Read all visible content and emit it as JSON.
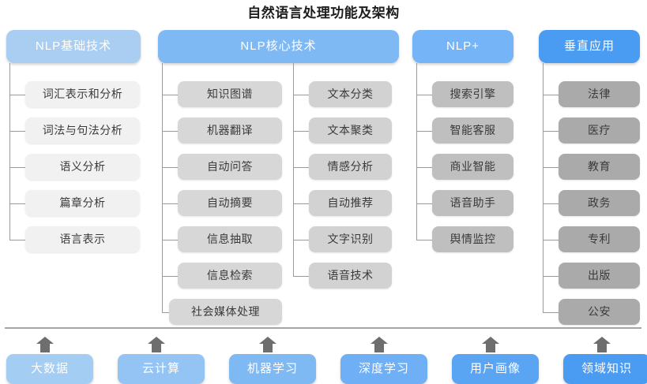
{
  "title": "自然语言处理功能及架构",
  "columns": [
    {
      "id": "nlp-basic",
      "header": "NLP基础技术",
      "items": [
        "词汇表示和分析",
        "词法与句法分析",
        "语义分析",
        "篇章分析",
        "语言表示"
      ]
    },
    {
      "id": "nlp-core-a",
      "header": "NLP核心技术",
      "items": [
        "知识图谱",
        "机器翻译",
        "自动问答",
        "自动摘要",
        "信息抽取",
        "信息检索",
        "社会媒体处理"
      ]
    },
    {
      "id": "nlp-core-b",
      "header": "",
      "items": [
        "文本分类",
        "文本聚类",
        "情感分析",
        "自动推荐",
        "文字识别",
        "语音技术"
      ]
    },
    {
      "id": "nlp-plus",
      "header": "NLP+",
      "items": [
        "搜索引擎",
        "智能客服",
        "商业智能",
        "语音助手",
        "舆情监控"
      ]
    },
    {
      "id": "vertical-app",
      "header": "垂直应用",
      "items": [
        "法律",
        "医疗",
        "教育",
        "政务",
        "专利",
        "出版",
        "公安"
      ]
    }
  ],
  "foundation": {
    "items": [
      "大数据",
      "云计算",
      "机器学习",
      "深度学习",
      "用户画像",
      "领域知识"
    ]
  },
  "watermark": "",
  "colors": {
    "header_light": "#a9cef2",
    "header_mid": "#7fb9f4",
    "header_strong": "#4a9bf2",
    "leaf_lightest": "#f1f1f1",
    "leaf_mid": "#d2d2d2",
    "leaf_dark": "#aaaaaa",
    "connector": "#9a9a9a",
    "arrow": "#6e6e6e",
    "title_text": "#1d1d1d"
  }
}
